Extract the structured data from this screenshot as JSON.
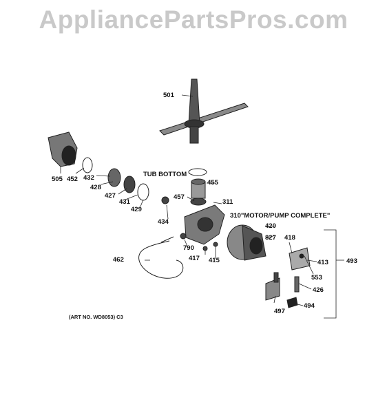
{
  "watermark": "AppliancePartsPros.com",
  "art_number": "(ART NO. WD8053) C3",
  "callouts": {
    "tub_bottom": "TUB BOTTOM",
    "motor_pump_complete": "310\"MOTOR/PUMP COMPLETE\""
  },
  "part_numbers": {
    "p501": "501",
    "p505": "505",
    "p452": "452",
    "p432": "432",
    "p428": "428",
    "p427": "427",
    "p431": "431",
    "p429": "429",
    "p455": "455",
    "p457": "457",
    "p311": "311",
    "p434": "434",
    "p420": "420",
    "p827": "827",
    "p418": "418",
    "p493": "493",
    "p413": "413",
    "p462": "462",
    "p790": "790",
    "p417": "417",
    "p415": "415",
    "p553": "553",
    "p426": "426",
    "p497": "497",
    "p494": "494"
  },
  "icons": [
    "spray-arm",
    "sump-housing",
    "pump-motor",
    "heater-element",
    "solenoid"
  ]
}
